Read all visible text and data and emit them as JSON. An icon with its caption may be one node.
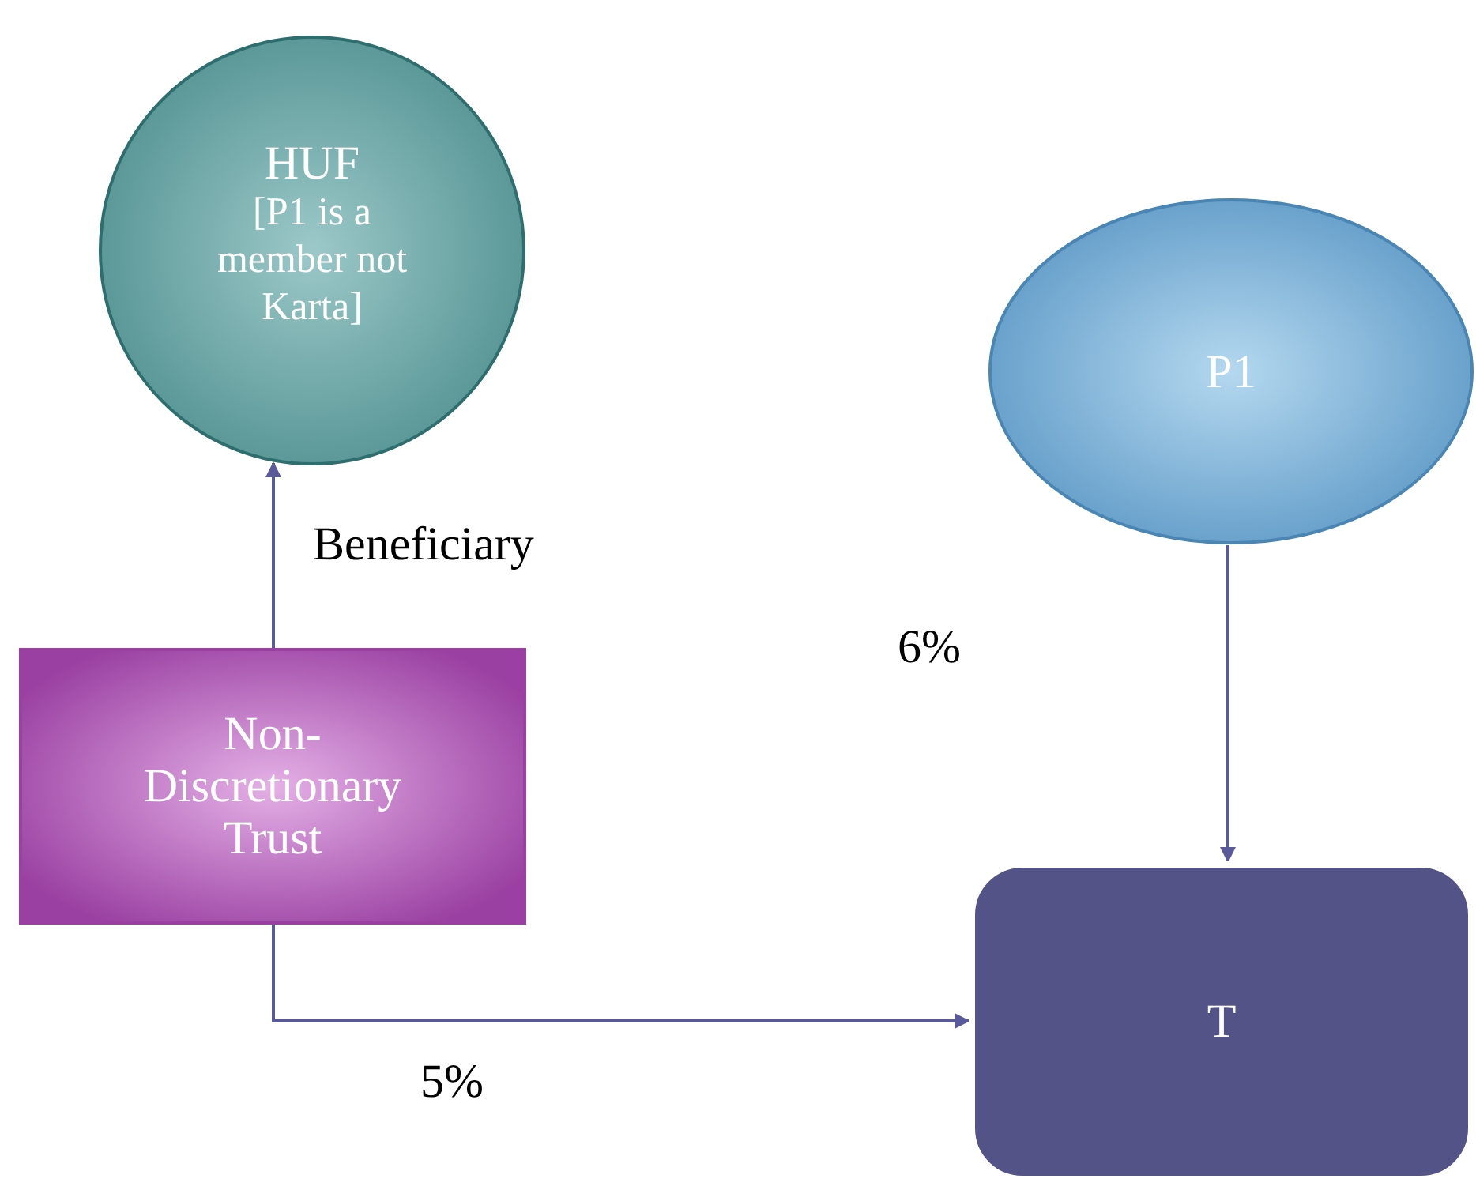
{
  "diagram": {
    "nodes": [
      {
        "text": [
          "HUF",
          "[P1 is a member not Karta]"
        ]
      },
      {
        "text": [
          "P1"
        ]
      },
      {
        "text": [
          "Non-Discretionary Trust"
        ]
      },
      {
        "text": [
          "T"
        ]
      }
    ],
    "edges": [
      {
        "from": 2,
        "to": 0,
        "arrow": "to",
        "label": "Beneficiary"
      },
      {
        "from": 1,
        "to": 3,
        "arrow": "to"
      },
      {
        "from": 2,
        "to": 3,
        "arrow": "to",
        "label": "5%"
      }
    ],
    "labels": [
      "6%"
    ]
  }
}
